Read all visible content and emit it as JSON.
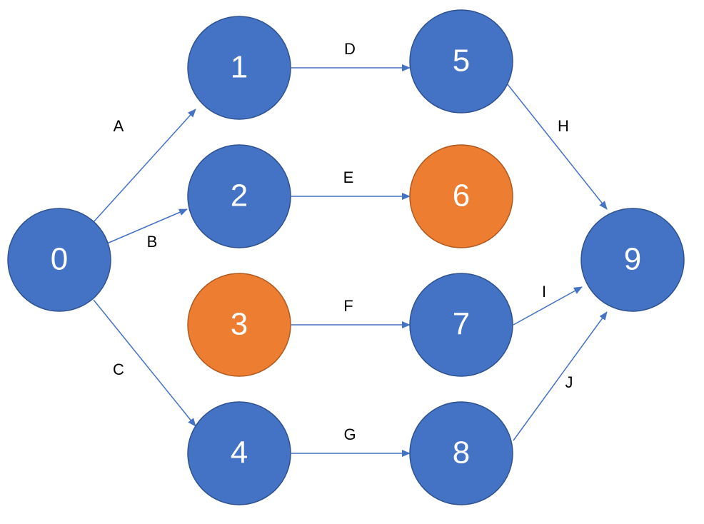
{
  "colors": {
    "primary": "#4472C4",
    "highlight": "#ED7D31",
    "edge": "#4472C4",
    "border": "#2F528F"
  },
  "nodes": [
    {
      "id": "0",
      "label": "0",
      "highlight": false
    },
    {
      "id": "1",
      "label": "1",
      "highlight": false
    },
    {
      "id": "2",
      "label": "2",
      "highlight": false
    },
    {
      "id": "3",
      "label": "3",
      "highlight": true
    },
    {
      "id": "4",
      "label": "4",
      "highlight": false
    },
    {
      "id": "5",
      "label": "5",
      "highlight": false
    },
    {
      "id": "6",
      "label": "6",
      "highlight": true
    },
    {
      "id": "7",
      "label": "7",
      "highlight": false
    },
    {
      "id": "8",
      "label": "8",
      "highlight": false
    },
    {
      "id": "9",
      "label": "9",
      "highlight": false
    }
  ],
  "edges": [
    {
      "id": "A",
      "label": "A",
      "from": "0",
      "to": "1"
    },
    {
      "id": "B",
      "label": "B",
      "from": "0",
      "to": "2"
    },
    {
      "id": "C",
      "label": "C",
      "from": "0",
      "to": "4"
    },
    {
      "id": "D",
      "label": "D",
      "from": "1",
      "to": "5"
    },
    {
      "id": "E",
      "label": "E",
      "from": "2",
      "to": "6"
    },
    {
      "id": "F",
      "label": "F",
      "from": "3",
      "to": "7"
    },
    {
      "id": "G",
      "label": "G",
      "from": "4",
      "to": "8"
    },
    {
      "id": "H",
      "label": "H",
      "from": "5",
      "to": "9"
    },
    {
      "id": "I",
      "label": "I",
      "from": "7",
      "to": "9"
    },
    {
      "id": "J",
      "label": "J",
      "from": "8",
      "to": "9"
    }
  ]
}
